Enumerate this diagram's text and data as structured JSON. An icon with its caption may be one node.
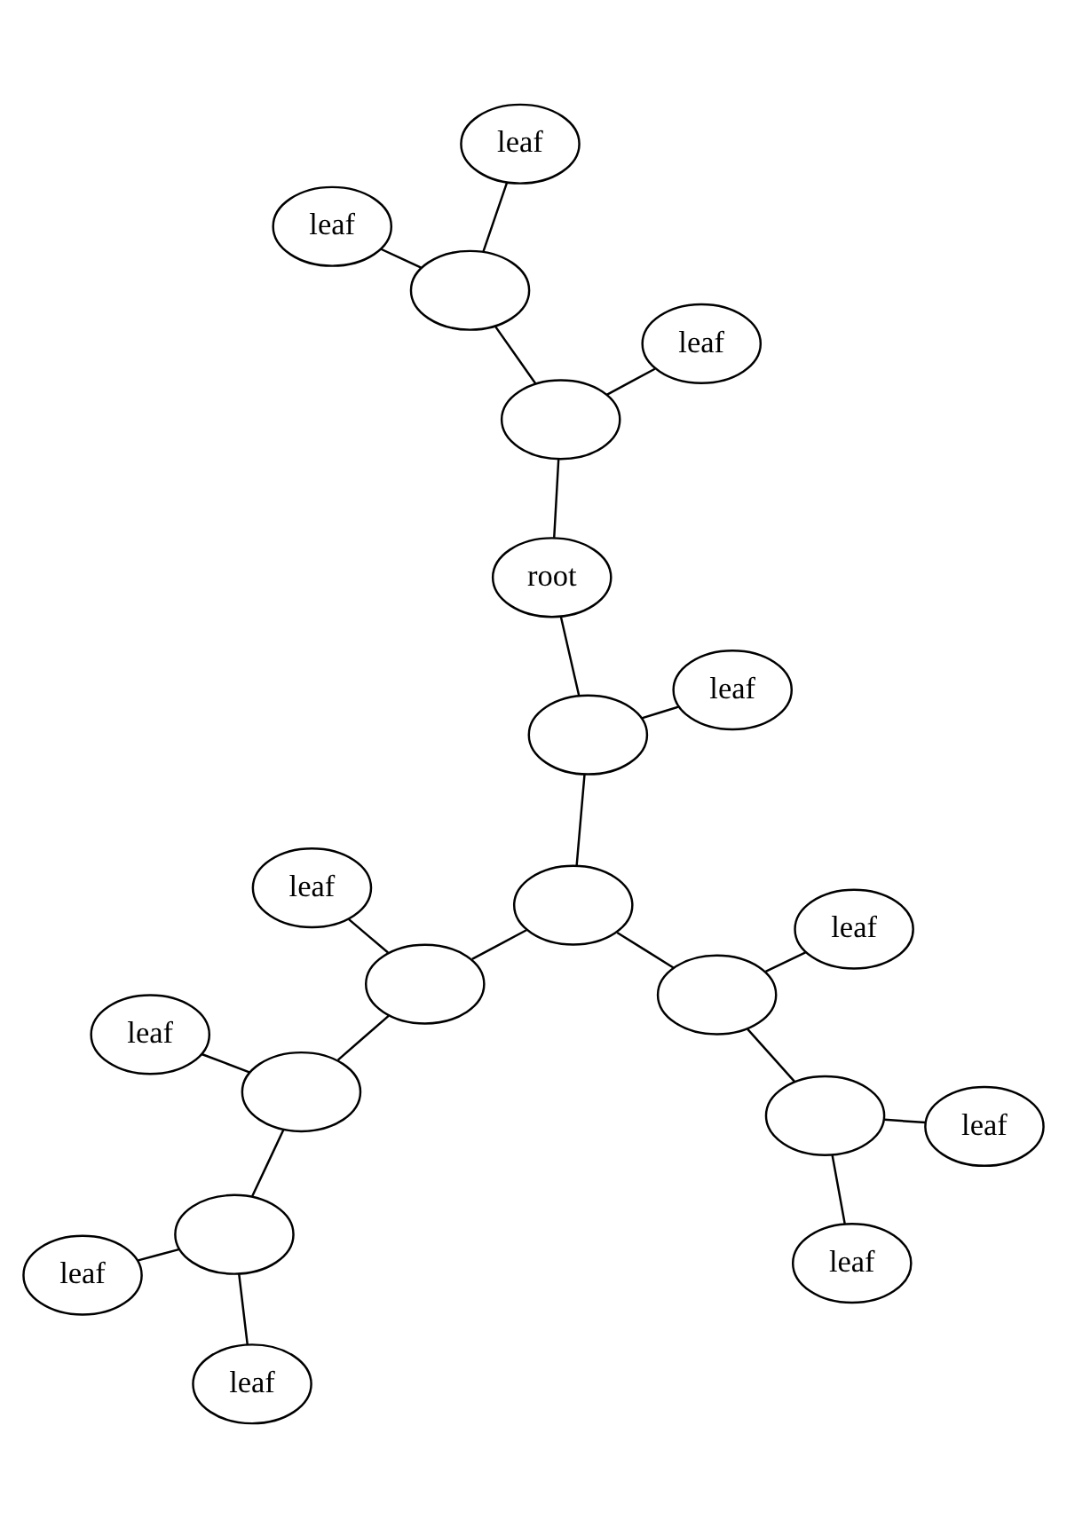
{
  "diagram": {
    "nodes": [
      {
        "text": [
          "leaf"
        ]
      },
      {
        "text": [
          "leaf"
        ]
      },
      {
        "text": [],
        "shape": "ellipse"
      },
      {
        "text": [],
        "shape": "ellipse"
      },
      {
        "text": [
          "leaf"
        ]
      },
      {
        "text": [
          "leaf"
        ]
      },
      {
        "text": [],
        "shape": "ellipse"
      },
      {
        "text": [
          "leaf"
        ]
      },
      {
        "text": [
          "leaf"
        ]
      },
      {
        "text": [],
        "shape": "ellipse"
      },
      {
        "text": [],
        "shape": "ellipse"
      },
      {
        "text": [],
        "shape": "ellipse"
      },
      {
        "text": [
          "leaf"
        ]
      },
      {
        "text": [
          "leaf"
        ]
      },
      {
        "text": [],
        "shape": "ellipse"
      },
      {
        "text": [
          "root"
        ]
      },
      {
        "text": [],
        "shape": "ellipse"
      },
      {
        "text": [
          "leaf"
        ]
      },
      {
        "text": [],
        "shape": "ellipse"
      },
      {
        "text": [
          "leaf"
        ]
      },
      {
        "text": [
          "leaf"
        ]
      }
    ],
    "edges": [
      {
        "from": 15,
        "to": 14,
        "arrow": "none"
      },
      {
        "from": 14,
        "to": 10,
        "arrow": "none"
      },
      {
        "from": 14,
        "to": 12,
        "arrow": "none"
      },
      {
        "from": 10,
        "to": 6,
        "arrow": "none"
      },
      {
        "from": 10,
        "to": 9,
        "arrow": "none"
      },
      {
        "from": 6,
        "to": 3,
        "arrow": "none"
      },
      {
        "from": 6,
        "to": 4,
        "arrow": "none"
      },
      {
        "from": 3,
        "to": 2,
        "arrow": "none"
      },
      {
        "from": 3,
        "to": 5,
        "arrow": "none"
      },
      {
        "from": 2,
        "to": 0,
        "arrow": "none"
      },
      {
        "from": 2,
        "to": 1,
        "arrow": "none"
      },
      {
        "from": 9,
        "to": 7,
        "arrow": "none"
      },
      {
        "from": 9,
        "to": 11,
        "arrow": "none"
      },
      {
        "from": 11,
        "to": 8,
        "arrow": "none"
      },
      {
        "from": 11,
        "to": 13,
        "arrow": "none"
      },
      {
        "from": 15,
        "to": 16,
        "arrow": "none"
      },
      {
        "from": 16,
        "to": 17,
        "arrow": "none"
      },
      {
        "from": 16,
        "to": 18,
        "arrow": "none"
      },
      {
        "from": 18,
        "to": 20,
        "arrow": "none"
      },
      {
        "from": 18,
        "to": 19,
        "arrow": "none"
      }
    ]
  }
}
